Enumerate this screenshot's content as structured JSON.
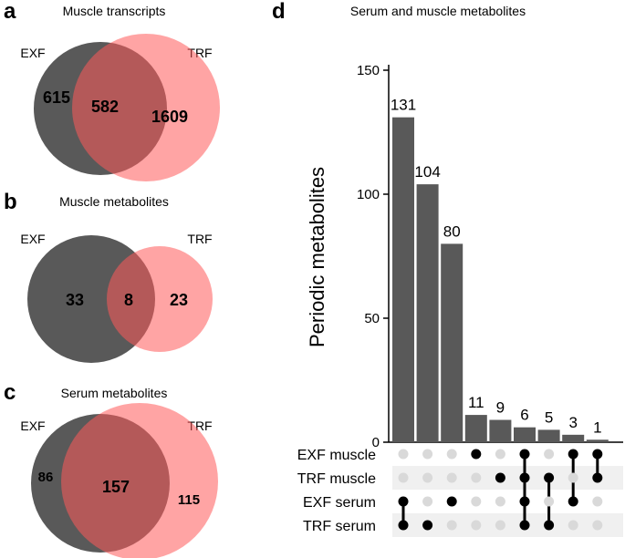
{
  "panels": {
    "a": {
      "letter": "a",
      "title": "Muscle transcripts",
      "sets": [
        "EXF",
        "TRF"
      ],
      "counts": {
        "left_only": "615",
        "both": "582",
        "right_only": "1609"
      }
    },
    "b": {
      "letter": "b",
      "title": "Muscle metabolites",
      "sets": [
        "EXF",
        "TRF"
      ],
      "counts": {
        "left_only": "33",
        "both": "8",
        "right_only": "23"
      }
    },
    "c": {
      "letter": "c",
      "title": "Serum metabolites",
      "sets": [
        "EXF",
        "TRF"
      ],
      "counts": {
        "left_only": "86",
        "both": "157",
        "right_only": "115"
      }
    },
    "d": {
      "letter": "d",
      "title": "Serum and muscle metabolites"
    }
  },
  "colors": {
    "exf": "#595959",
    "trf": "#ff5959",
    "bar": "#595959",
    "dot_on": "#000000",
    "dot_off": "#d9d9d9",
    "row_shade": "#f0f0f0"
  },
  "chart_data": [
    {
      "type": "venn",
      "title": "Muscle transcripts",
      "sets": [
        "EXF",
        "TRF"
      ],
      "values": {
        "EXF only": 615,
        "EXF & TRF": 582,
        "TRF only": 1609
      }
    },
    {
      "type": "venn",
      "title": "Muscle metabolites",
      "sets": [
        "EXF",
        "TRF"
      ],
      "values": {
        "EXF only": 33,
        "EXF & TRF": 8,
        "TRF only": 23
      }
    },
    {
      "type": "venn",
      "title": "Serum metabolites",
      "sets": [
        "EXF",
        "TRF"
      ],
      "values": {
        "EXF only": 86,
        "EXF & TRF": 157,
        "TRF only": 115
      }
    },
    {
      "type": "bar",
      "title": "Serum and muscle metabolites",
      "ylabel": "Periodic metabolites",
      "ylim": [
        0,
        150
      ],
      "yticks": [
        0,
        50,
        100,
        150
      ],
      "sets": [
        "EXF muscle",
        "TRF muscle",
        "EXF serum",
        "TRF serum"
      ],
      "values": [
        131,
        104,
        80,
        11,
        9,
        6,
        5,
        3,
        1
      ],
      "intersections": [
        [
          "EXF serum",
          "TRF serum"
        ],
        [
          "TRF serum"
        ],
        [
          "EXF serum"
        ],
        [
          "EXF muscle"
        ],
        [
          "TRF muscle"
        ],
        [
          "EXF muscle",
          "TRF muscle",
          "EXF serum",
          "TRF serum"
        ],
        [
          "TRF muscle",
          "TRF serum"
        ],
        [
          "EXF muscle",
          "EXF serum"
        ],
        [
          "EXF muscle",
          "TRF muscle"
        ]
      ]
    }
  ]
}
